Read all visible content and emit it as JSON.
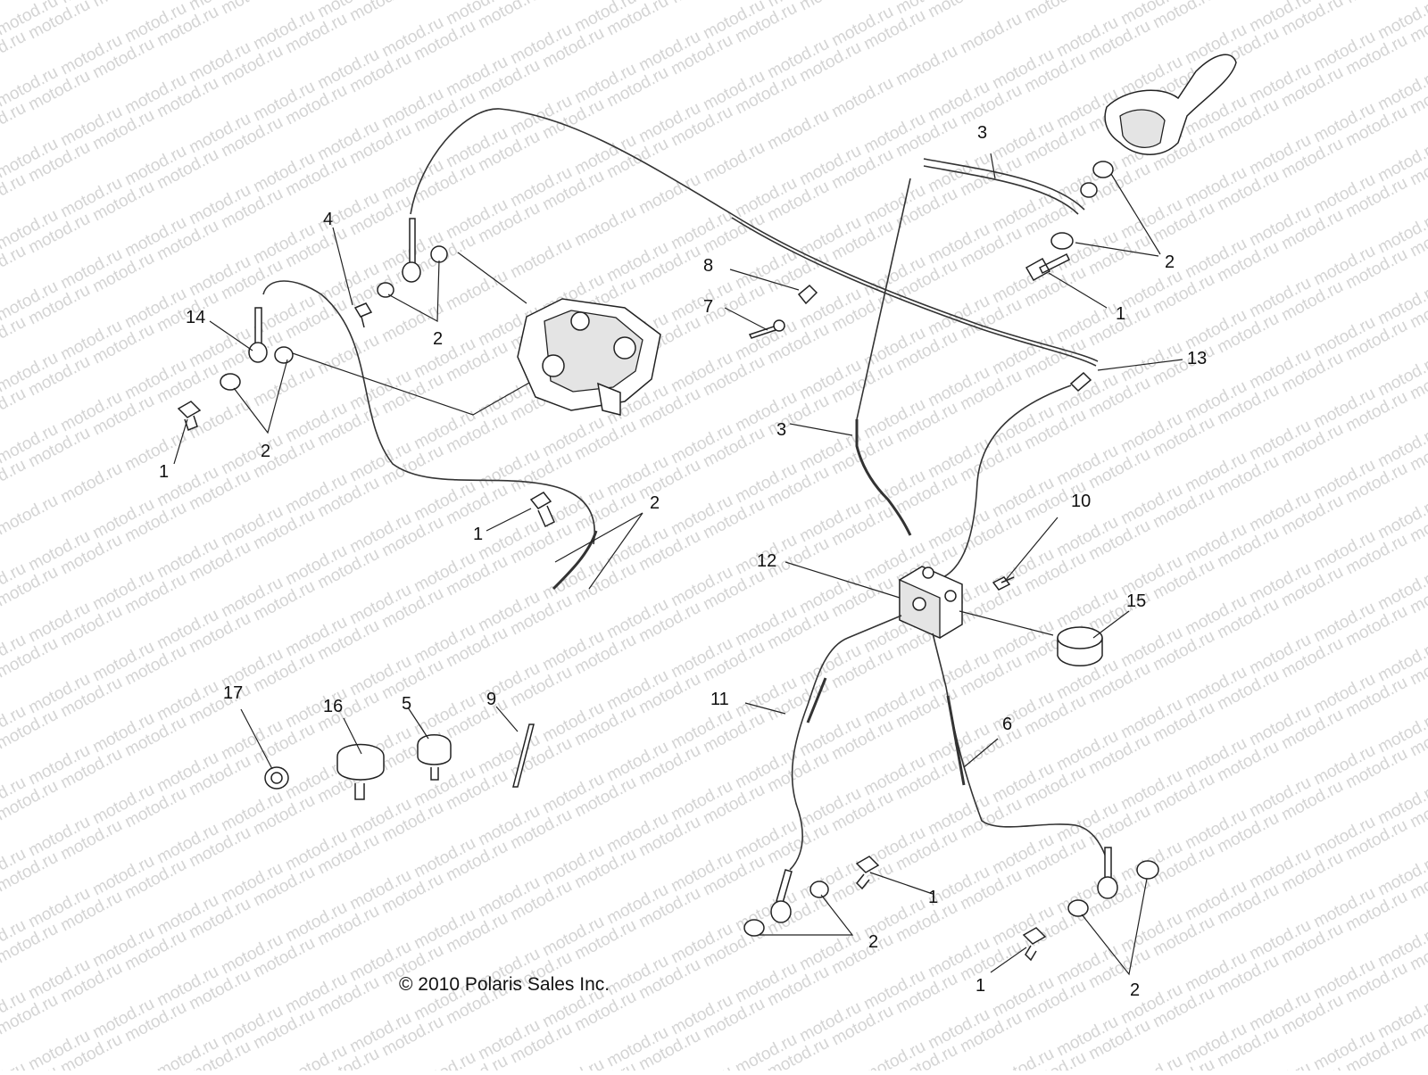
{
  "watermark": {
    "text": "motod.ru"
  },
  "copyright": "© 2010 Polaris Sales Inc.",
  "callouts": {
    "c3_top": "3",
    "c2_top_right_a": "2",
    "c1_top_right": "1",
    "c13": "13",
    "c8": "8",
    "c7": "7",
    "c4": "4",
    "c2_upper_left": "2",
    "c14": "14",
    "c2_left": "2",
    "c1_left": "1",
    "c3_mid": "3",
    "c1_mid_left": "1",
    "c2_mid_left": "2",
    "c10": "10",
    "c12": "12",
    "c15": "15",
    "c11": "11",
    "c6": "6",
    "c17": "17",
    "c16": "16",
    "c5": "5",
    "c9": "9",
    "c1_bottom_mid": "1",
    "c2_bottom_mid": "2",
    "c1_bottom_right": "1",
    "c2_bottom_right": "2"
  }
}
